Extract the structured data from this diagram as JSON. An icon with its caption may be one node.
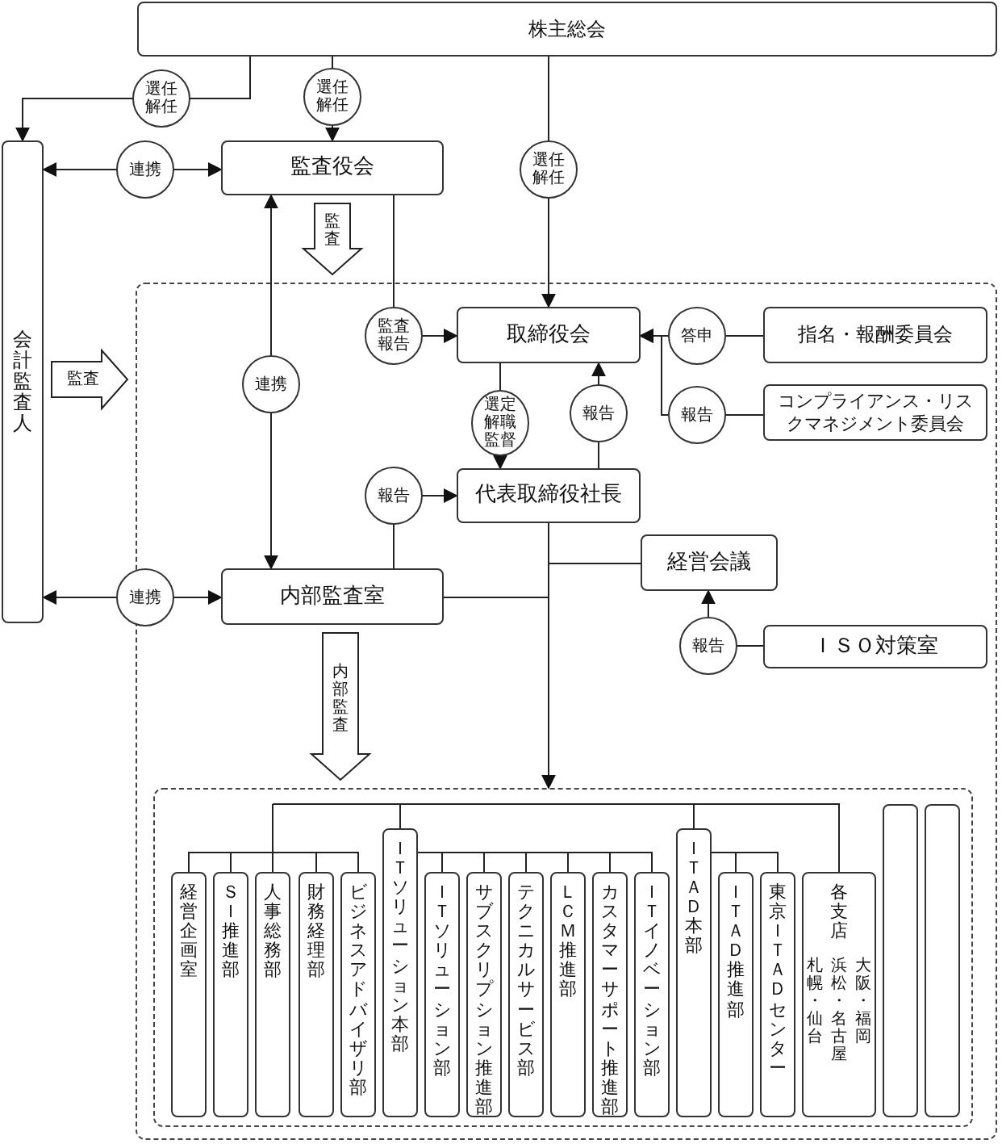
{
  "diagram": {
    "nodes": [
      {
        "text": [
          "株主総会"
        ]
      },
      {
        "text": [
          "会計監査人"
        ]
      },
      {
        "text": [
          "監査役会"
        ]
      },
      {
        "text": [],
        "shape": "box"
      },
      {
        "text": [
          "取締役会"
        ],
        "in": 3
      },
      {
        "text": [
          "指名・報酬委員会"
        ],
        "in": 3
      },
      {
        "text": [
          "コンプライアンス・リスクマネジメント委員会"
        ],
        "in": 3
      },
      {
        "text": [
          "代表取締役社長"
        ],
        "in": 3
      },
      {
        "text": [
          "経営会議"
        ],
        "in": 3
      },
      {
        "text": [
          "内部監査室"
        ],
        "in": 3
      },
      {
        "text": [
          "ＩＳＯ対策室"
        ],
        "in": 3
      },
      {
        "text": [],
        "shape": "box",
        "in": 3
      },
      {
        "text": [
          "経営企画室"
        ],
        "in": 11
      },
      {
        "text": [
          "ＳＩ推進部"
        ],
        "in": 11
      },
      {
        "text": [
          "人事総務部"
        ],
        "in": 11
      },
      {
        "text": [
          "財務経理部"
        ],
        "in": 11
      },
      {
        "text": [
          "ビジネスアドバイザリ部"
        ],
        "in": 11
      },
      {
        "text": [
          "ＩＴソリューション本部"
        ],
        "in": 11
      },
      {
        "text": [
          "ＩＴソリューション部"
        ],
        "in": 11
      },
      {
        "text": [
          "サブスクリプション推進部"
        ],
        "in": 11
      },
      {
        "text": [
          "テクニカルサービス部"
        ],
        "in": 11
      },
      {
        "text": [
          "ＬＣＭ推進部"
        ],
        "in": 11
      },
      {
        "text": [
          "カスタマーサポート推進部"
        ],
        "in": 11
      },
      {
        "text": [
          "ＩＴイノベーション部"
        ],
        "in": 11
      },
      {
        "text": [
          "ＩＴＡＤ本部"
        ],
        "in": 11
      },
      {
        "text": [
          "ＩＴＡＤ推進部"
        ],
        "in": 11
      },
      {
        "text": [
          "東京ＩＴＡＤセンター"
        ],
        "in": 11
      },
      {
        "text": [
          "各支店",
          "札幌・仙台",
          "浜松・名古屋",
          "大阪・福岡"
        ],
        "in": 11
      },
      {
        "text": [],
        "shape": "box",
        "in": 11
      },
      {
        "text": [],
        "shape": "box",
        "in": 11
      }
    ],
    "edges": [
      {
        "from": 0,
        "to": 1,
        "arrow": "to",
        "label": "選任解任"
      },
      {
        "from": 0,
        "to": 2,
        "arrow": "to",
        "label": "選任解任"
      },
      {
        "from": 0,
        "to": 4,
        "arrow": "to",
        "label": "選任解任"
      },
      {
        "from": 1,
        "to": 2,
        "arrow": "both",
        "label": "連携"
      },
      {
        "from": 2,
        "to": 9,
        "arrow": "both",
        "label": "連携"
      },
      {
        "from": 2,
        "to": 3,
        "arrow": "to",
        "label": "監査",
        "style": "thick"
      },
      {
        "from": 1,
        "to": 3,
        "arrow": "to",
        "label": "監査",
        "style": "thick"
      },
      {
        "from": 2,
        "to": 4,
        "arrow": "to",
        "label": "監査報告"
      },
      {
        "from": 5,
        "to": 4,
        "arrow": "to",
        "label": "答申"
      },
      {
        "from": 6,
        "to": 4,
        "arrow": "to",
        "label": "報告"
      },
      {
        "from": 4,
        "to": 7,
        "arrow": "to",
        "label": "選定解職監督"
      },
      {
        "from": 7,
        "to": 4,
        "arrow": "to",
        "label": "報告"
      },
      {
        "from": 9,
        "to": 7,
        "arrow": "to",
        "label": "報告"
      },
      {
        "from": 1,
        "to": 9,
        "arrow": "both",
        "label": "連携"
      },
      {
        "from": 7,
        "to": 9,
        "arrow": "none"
      },
      {
        "from": 7,
        "to": 8,
        "arrow": "none"
      },
      {
        "from": 10,
        "to": 8,
        "arrow": "to",
        "label": "報告"
      },
      {
        "from": 9,
        "to": 11,
        "arrow": "to",
        "label": "内部監査",
        "style": "thick"
      },
      {
        "from": 7,
        "to": 11,
        "arrow": "to"
      },
      {
        "from": null,
        "to": 12,
        "arrow": "none"
      },
      {
        "from": null,
        "to": 13,
        "arrow": "none"
      },
      {
        "from": null,
        "to": 14,
        "arrow": "none"
      },
      {
        "from": null,
        "to": 15,
        "arrow": "none"
      },
      {
        "from": null,
        "to": 16,
        "arrow": "none"
      },
      {
        "from": null,
        "to": 17,
        "arrow": "none"
      },
      {
        "from": null,
        "to": 24,
        "arrow": "none"
      },
      {
        "from": null,
        "to": 27,
        "arrow": "none"
      },
      {
        "from": 17,
        "to": 18,
        "arrow": "none"
      },
      {
        "from": 17,
        "to": 19,
        "arrow": "none"
      },
      {
        "from": 17,
        "to": 20,
        "arrow": "none"
      },
      {
        "from": 17,
        "to": 21,
        "arrow": "none"
      },
      {
        "from": 17,
        "to": 22,
        "arrow": "none"
      },
      {
        "from": 17,
        "to": 23,
        "arrow": "none"
      },
      {
        "from": 24,
        "to": 25,
        "arrow": "none"
      },
      {
        "from": 24,
        "to": 26,
        "arrow": "none"
      }
    ]
  }
}
